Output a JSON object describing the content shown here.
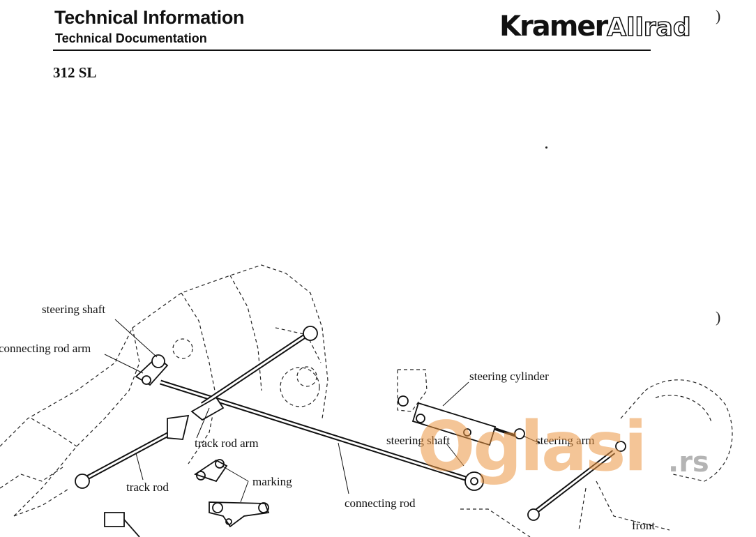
{
  "header": {
    "title": "Technical Information",
    "subtitle": "Technical Documentation",
    "logo": {
      "bold_part": "Kramer",
      "outline_part": "Allrad"
    }
  },
  "model": "312 SL",
  "margin_marks": [
    ")",
    ")"
  ],
  "diagram": {
    "labels": {
      "steering_shaft_left": "steering shaft",
      "connecting_rod_arm": "connecting rod arm",
      "track_rod_arm": "track rod arm",
      "track_rod": "track rod",
      "marking": "marking",
      "connecting_rod": "connecting rod",
      "steering_cylinder": "steering cylinder",
      "steering_shaft_right": "steering shaft",
      "steering_arm": "steering arm",
      "front": "front"
    }
  },
  "watermark": {
    "text": "Oglasi",
    "tld": ".rs"
  },
  "colors": {
    "ink": "#111111",
    "watermark": "#eb9641"
  }
}
